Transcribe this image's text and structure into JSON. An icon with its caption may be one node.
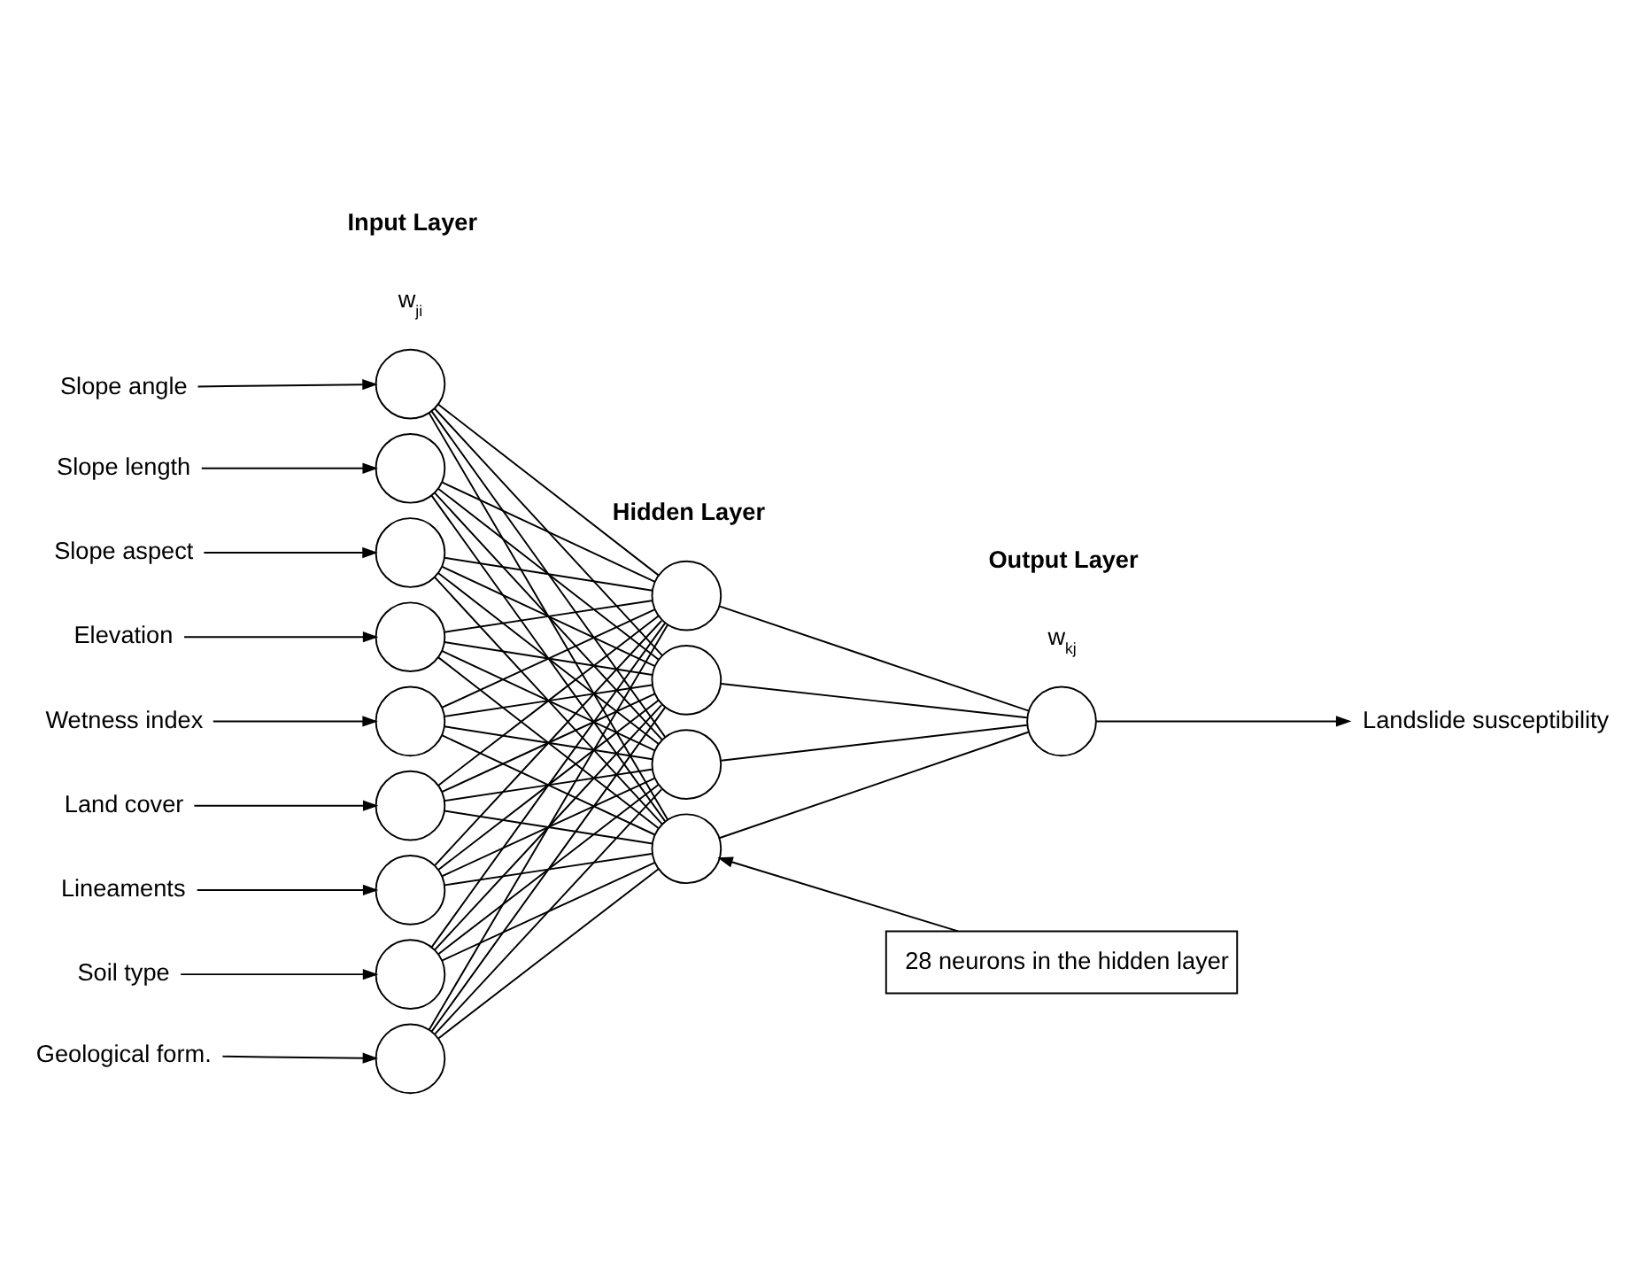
{
  "diagram": {
    "nodes": [
      {
        "text": [
          "Slope angle"
        ]
      },
      {
        "text": [
          "Slope length"
        ]
      },
      {
        "text": [
          "Slope aspect"
        ]
      },
      {
        "text": [
          "Elevation"
        ]
      },
      {
        "text": [
          "Wetness index"
        ]
      },
      {
        "text": [
          "Land cover"
        ]
      },
      {
        "text": [
          "Lineaments"
        ]
      },
      {
        "text": [
          "Soil type"
        ]
      },
      {
        "text": [
          "Geological form."
        ]
      },
      {
        "text": [],
        "shape": "circle"
      },
      {
        "text": [],
        "shape": "circle"
      },
      {
        "text": [],
        "shape": "circle"
      },
      {
        "text": [],
        "shape": "circle"
      },
      {
        "text": [],
        "shape": "circle"
      },
      {
        "text": [],
        "shape": "circle"
      },
      {
        "text": [],
        "shape": "circle"
      },
      {
        "text": [],
        "shape": "circle"
      },
      {
        "text": [],
        "shape": "circle"
      },
      {
        "text": [],
        "shape": "circle"
      },
      {
        "text": [],
        "shape": "circle"
      },
      {
        "text": [],
        "shape": "circle"
      },
      {
        "text": [],
        "shape": "circle"
      },
      {
        "text": [],
        "shape": "circle"
      },
      {
        "text": [
          "Landslide susceptibility"
        ]
      },
      {
        "text": [
          "28 neurons in the hidden layer"
        ]
      }
    ],
    "edges": [
      {
        "from": 0,
        "to": 9,
        "arrow": "to"
      },
      {
        "from": 1,
        "to": 10,
        "arrow": "to"
      },
      {
        "from": 2,
        "to": 11,
        "arrow": "to"
      },
      {
        "from": 3,
        "to": 12,
        "arrow": "to"
      },
      {
        "from": 4,
        "to": 13,
        "arrow": "to"
      },
      {
        "from": 5,
        "to": 14,
        "arrow": "to"
      },
      {
        "from": 6,
        "to": 15,
        "arrow": "to"
      },
      {
        "from": 7,
        "to": 16,
        "arrow": "to"
      },
      {
        "from": 8,
        "to": 17,
        "arrow": "to"
      },
      {
        "from": 9,
        "to": 18,
        "arrow": "none"
      },
      {
        "from": 9,
        "to": 19,
        "arrow": "none"
      },
      {
        "from": 9,
        "to": 20,
        "arrow": "none"
      },
      {
        "from": 9,
        "to": 21,
        "arrow": "none"
      },
      {
        "from": 10,
        "to": 18,
        "arrow": "none"
      },
      {
        "from": 10,
        "to": 19,
        "arrow": "none"
      },
      {
        "from": 10,
        "to": 20,
        "arrow": "none"
      },
      {
        "from": 10,
        "to": 21,
        "arrow": "none"
      },
      {
        "from": 11,
        "to": 18,
        "arrow": "none"
      },
      {
        "from": 11,
        "to": 19,
        "arrow": "none"
      },
      {
        "from": 11,
        "to": 20,
        "arrow": "none"
      },
      {
        "from": 11,
        "to": 21,
        "arrow": "none"
      },
      {
        "from": 12,
        "to": 18,
        "arrow": "none"
      },
      {
        "from": 12,
        "to": 19,
        "arrow": "none"
      },
      {
        "from": 12,
        "to": 20,
        "arrow": "none"
      },
      {
        "from": 12,
        "to": 21,
        "arrow": "none"
      },
      {
        "from": 13,
        "to": 18,
        "arrow": "none"
      },
      {
        "from": 13,
        "to": 19,
        "arrow": "none"
      },
      {
        "from": 13,
        "to": 20,
        "arrow": "none"
      },
      {
        "from": 13,
        "to": 21,
        "arrow": "none"
      },
      {
        "from": 14,
        "to": 18,
        "arrow": "none"
      },
      {
        "from": 14,
        "to": 19,
        "arrow": "none"
      },
      {
        "from": 14,
        "to": 20,
        "arrow": "none"
      },
      {
        "from": 14,
        "to": 21,
        "arrow": "none"
      },
      {
        "from": 15,
        "to": 18,
        "arrow": "none"
      },
      {
        "from": 15,
        "to": 19,
        "arrow": "none"
      },
      {
        "from": 15,
        "to": 20,
        "arrow": "none"
      },
      {
        "from": 15,
        "to": 21,
        "arrow": "none"
      },
      {
        "from": 16,
        "to": 18,
        "arrow": "none"
      },
      {
        "from": 16,
        "to": 19,
        "arrow": "none"
      },
      {
        "from": 16,
        "to": 20,
        "arrow": "none"
      },
      {
        "from": 16,
        "to": 21,
        "arrow": "none"
      },
      {
        "from": 17,
        "to": 18,
        "arrow": "none"
      },
      {
        "from": 17,
        "to": 19,
        "arrow": "none"
      },
      {
        "from": 17,
        "to": 20,
        "arrow": "none"
      },
      {
        "from": 17,
        "to": 21,
        "arrow": "none"
      },
      {
        "from": 18,
        "to": 22,
        "arrow": "none"
      },
      {
        "from": 19,
        "to": 22,
        "arrow": "none"
      },
      {
        "from": 20,
        "to": 22,
        "arrow": "none"
      },
      {
        "from": 21,
        "to": 22,
        "arrow": "none"
      },
      {
        "from": 22,
        "to": 23,
        "arrow": "to"
      },
      {
        "from": 24,
        "to": 21,
        "arrow": "to"
      }
    ],
    "labels": [
      "Input Layer",
      "Hidden Layer",
      "Output Layer",
      "w$_{ji}$",
      "w$_{kj}$"
    ]
  }
}
